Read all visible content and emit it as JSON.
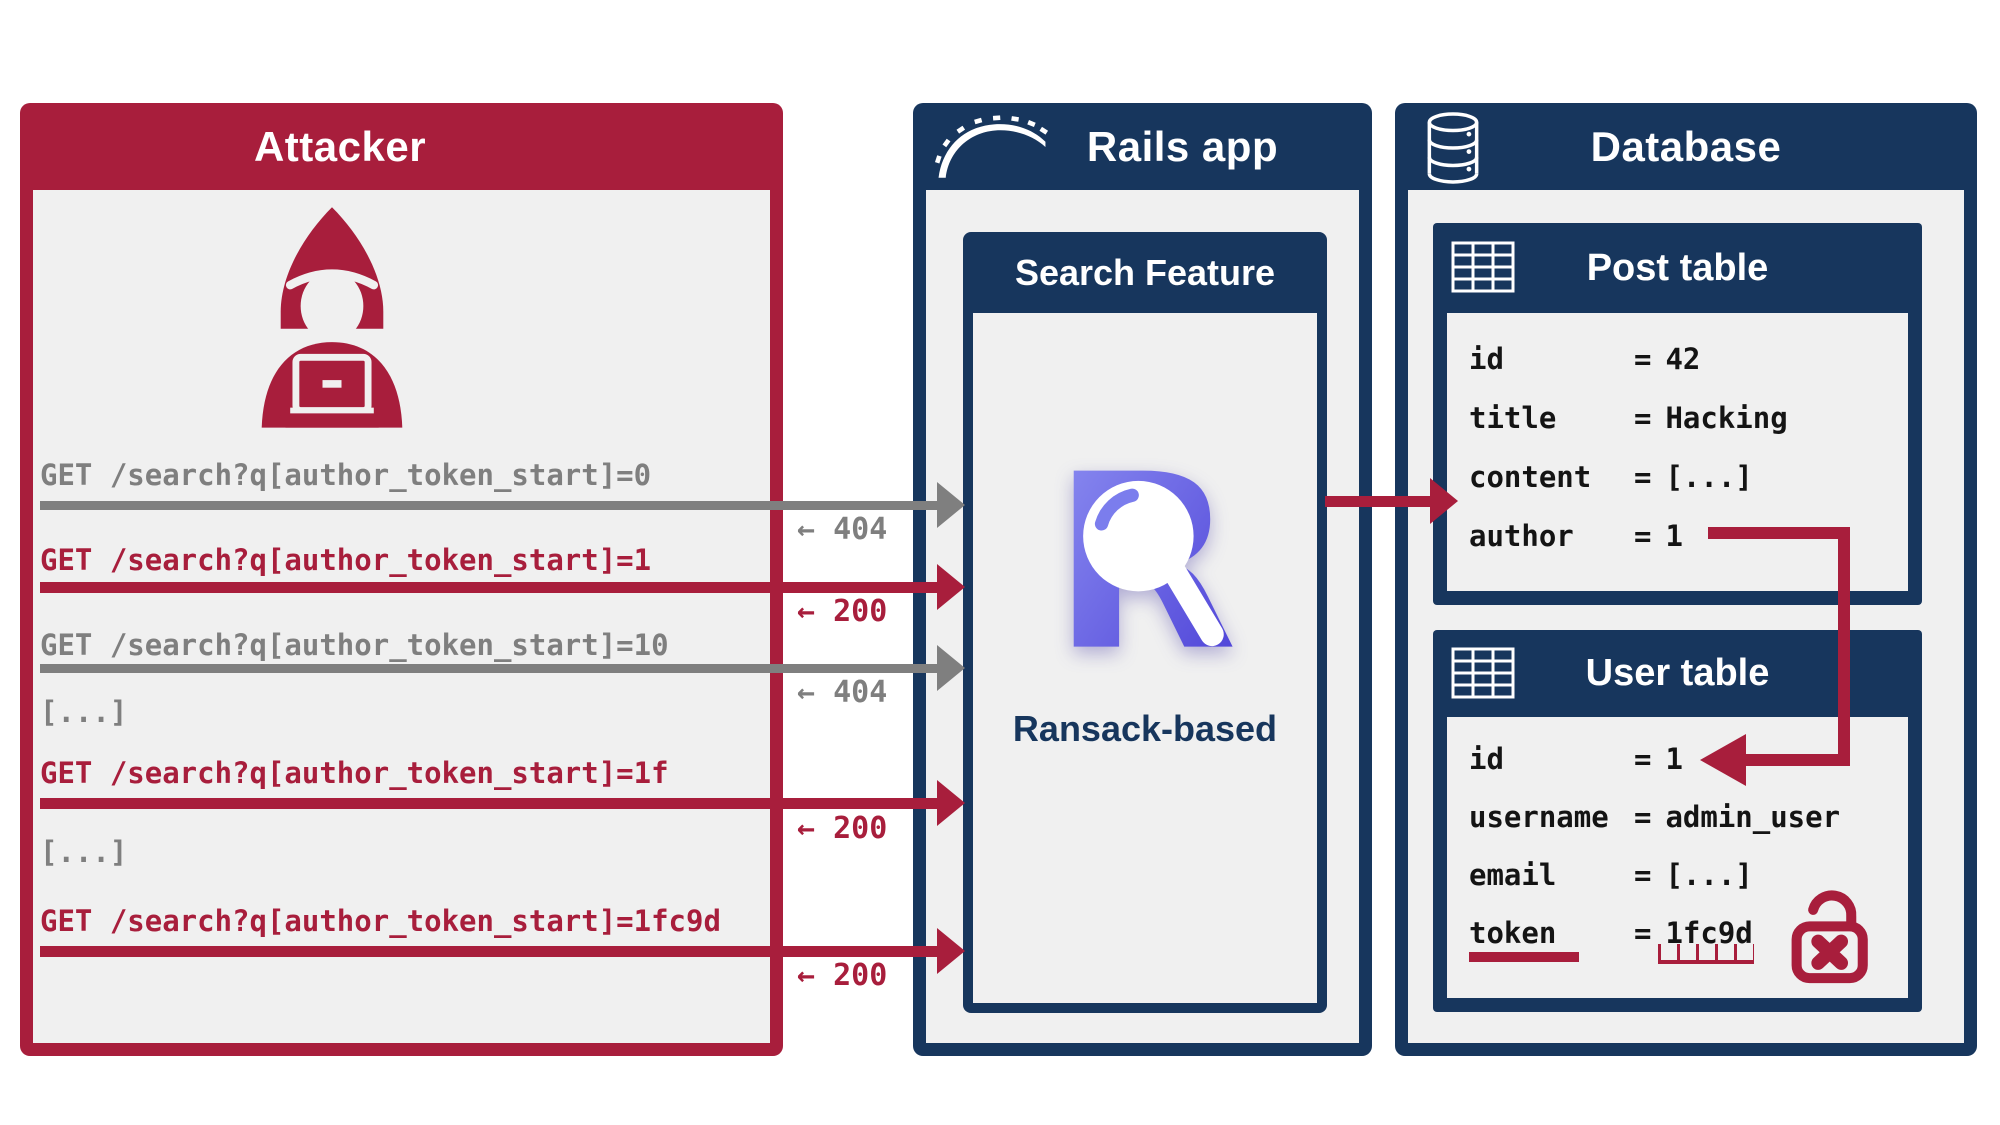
{
  "colors": {
    "crimson": "#A81E3C",
    "navy": "#17365D",
    "panel_bg": "#F0F0F0",
    "gray": "#7F7F7F",
    "text_black": "#141414",
    "ransack_purple_light": "#8E90F2",
    "ransack_purple_mid": "#7B7DED",
    "ransack_purple_dark": "#4A3ED6",
    "white": "#FFFFFF"
  },
  "attacker": {
    "title": "Attacker",
    "icon": "hacker-icon",
    "lines": [
      {
        "type": "request",
        "text": "GET /search?q[author_token_start]=0",
        "tone": "gray",
        "response": "← 404"
      },
      {
        "type": "request",
        "text": "GET /search?q[author_token_start]=1",
        "tone": "crimson",
        "response": "← 200"
      },
      {
        "type": "request",
        "text": "GET /search?q[author_token_start]=10",
        "tone": "gray",
        "response": "← 404"
      },
      {
        "type": "ellipsis",
        "text": "[...]",
        "tone": "gray"
      },
      {
        "type": "request",
        "text": "GET /search?q[author_token_start]=1f",
        "tone": "crimson",
        "response": "← 200"
      },
      {
        "type": "ellipsis",
        "text": "[...]",
        "tone": "gray"
      },
      {
        "type": "request",
        "text": "GET /search?q[author_token_start]=1fc9d",
        "tone": "crimson",
        "response": "← 200"
      }
    ]
  },
  "rails_app": {
    "title": "Rails app",
    "logo": "rails-logo",
    "search_feature": {
      "title": "Search Feature",
      "logo_letter": "R",
      "caption": "Ransack-based"
    }
  },
  "database": {
    "title": "Database",
    "icon": "database-icon",
    "eq": "=",
    "post_table": {
      "title": "Post table",
      "rows": [
        {
          "name": "id",
          "value": "42"
        },
        {
          "name": "title",
          "value": "Hacking"
        },
        {
          "name": "content",
          "value": "[...]"
        },
        {
          "name": "author",
          "value": "1"
        }
      ]
    },
    "user_table": {
      "title": "User table",
      "rows": [
        {
          "name": "id",
          "value": "1"
        },
        {
          "name": "username",
          "value": "admin_user"
        },
        {
          "name": "email",
          "value": "[...]"
        },
        {
          "name": "token",
          "value": "1fc9d",
          "highlight": true
        }
      ]
    }
  }
}
